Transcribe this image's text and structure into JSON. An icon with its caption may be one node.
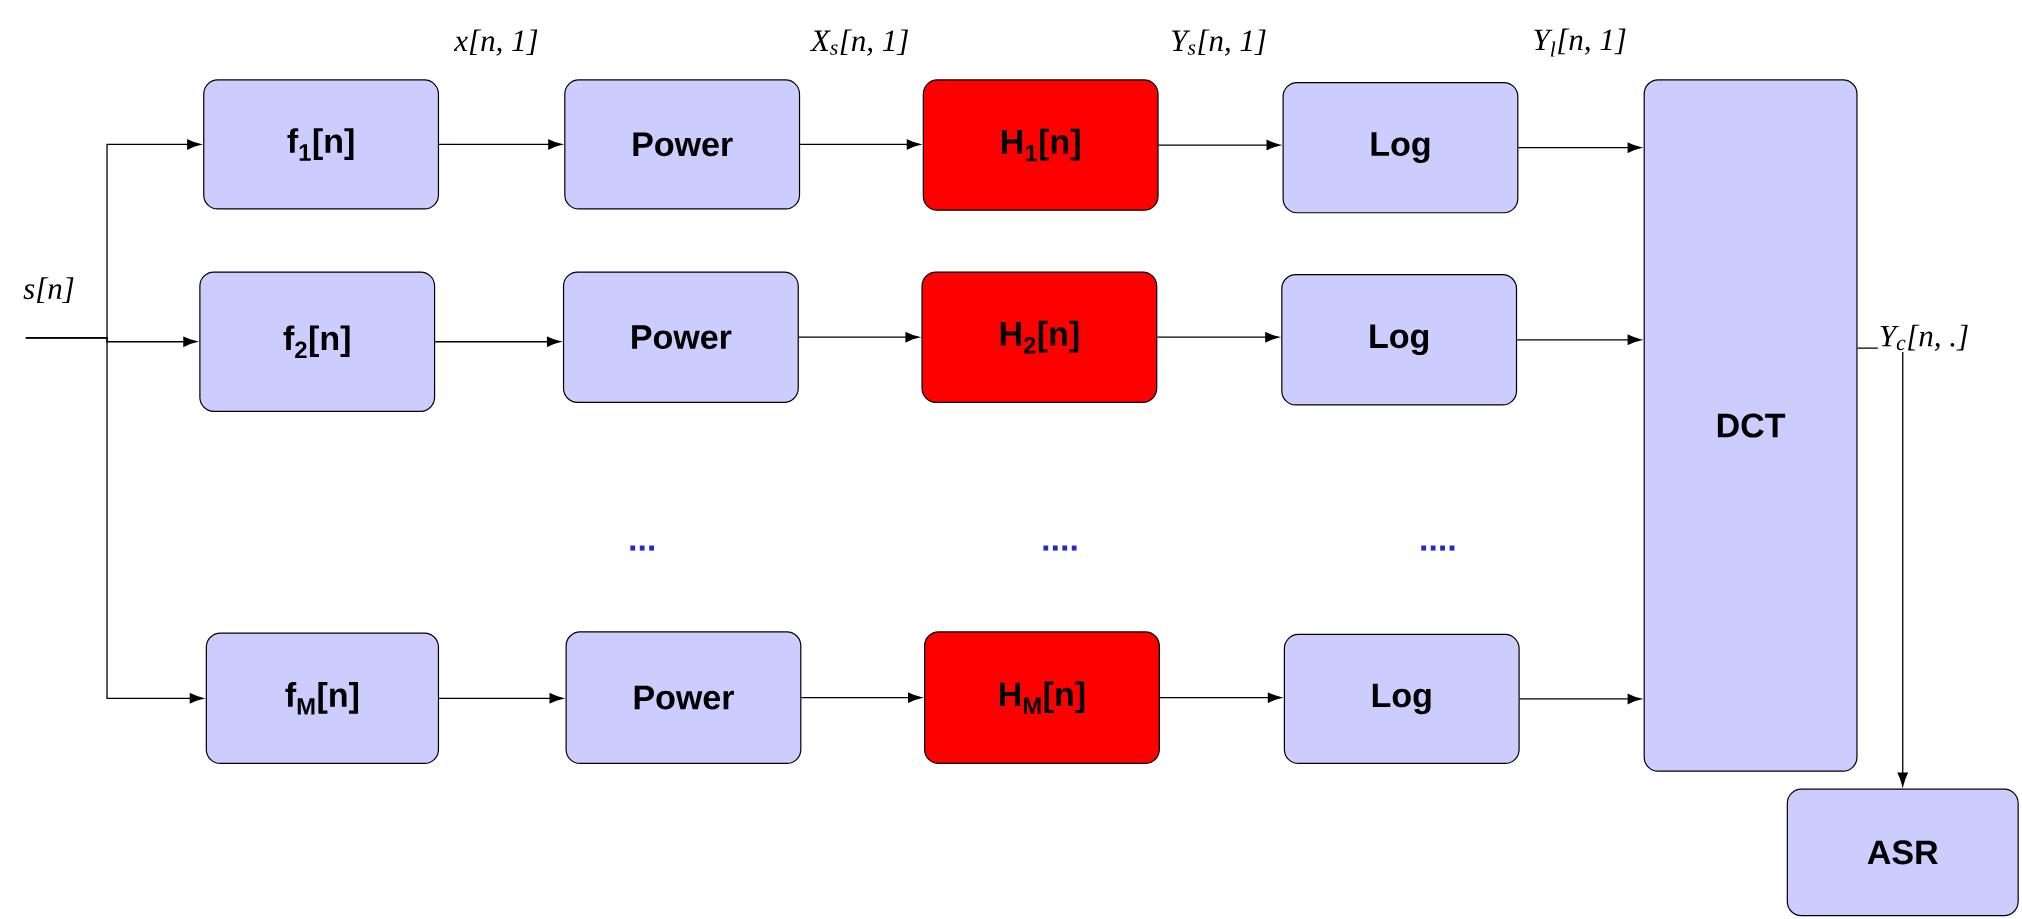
{
  "diagram": {
    "nodes": [
      {
        "text": [
          "f$_{1}$[n]"
        ]
      },
      {
        "text": [
          "Power"
        ]
      },
      {
        "text": [
          "H$_{1}$[n]"
        ]
      },
      {
        "text": [
          "Log"
        ]
      },
      {
        "text": [
          "DCT"
        ]
      },
      {
        "text": [
          "f$_{2}$[n]"
        ]
      },
      {
        "text": [
          "Power"
        ]
      },
      {
        "text": [
          "H$_{2}$[n]"
        ]
      },
      {
        "text": [
          "Log"
        ]
      },
      {
        "text": [
          "f$_{M}$[n]"
        ]
      },
      {
        "text": [
          "Power"
        ]
      },
      {
        "text": [
          "H$_{M}$[n]"
        ]
      },
      {
        "text": [
          "Log"
        ]
      },
      {
        "text": [
          "ASR"
        ]
      }
    ],
    "edges": [
      {
        "from": null,
        "to": 0,
        "arrow": "to"
      },
      {
        "from": null,
        "to": 5,
        "arrow": "to",
        "label": "s[n]"
      },
      {
        "from": null,
        "to": 9,
        "arrow": "to"
      },
      {
        "from": 0,
        "to": 1,
        "arrow": "to",
        "label": "x[n, 1]"
      },
      {
        "from": 1,
        "to": 2,
        "arrow": "to",
        "label": "X$_{s}$[n, 1]"
      },
      {
        "from": 2,
        "to": 3,
        "arrow": "to",
        "label": "Y$_{s}$[n, 1]"
      },
      {
        "from": 3,
        "to": 4,
        "arrow": "to",
        "label": "Y$_{l}$[n, 1]"
      },
      {
        "from": 5,
        "to": 6,
        "arrow": "to"
      },
      {
        "from": 6,
        "to": 7,
        "arrow": "to"
      },
      {
        "from": 7,
        "to": 8,
        "arrow": "to"
      },
      {
        "from": 8,
        "to": 4,
        "arrow": "to"
      },
      {
        "from": 9,
        "to": 10,
        "arrow": "to"
      },
      {
        "from": 10,
        "to": 11,
        "arrow": "to"
      },
      {
        "from": 11,
        "to": 12,
        "arrow": "to"
      },
      {
        "from": 12,
        "to": 4,
        "arrow": "to"
      },
      {
        "from": 4,
        "to": 13,
        "arrow": "to",
        "label": "Y$_{c}$[n, .]"
      }
    ],
    "labels": [
      "...",
      "....",
      "...."
    ]
  }
}
